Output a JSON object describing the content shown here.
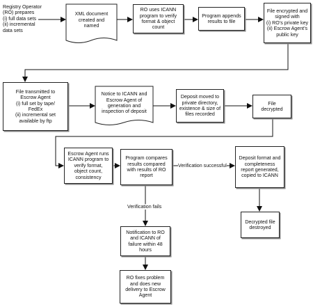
{
  "nodes": {
    "n1": "Registry Operator\n(RO) prepares\n(i) full data sets\n(ii) incremental\ndata sets",
    "n2": "XML document\ncreated and\nnamed",
    "n3": "RO uses ICANN\nprogram to verify\nformat & object\ncount",
    "n4": "Program appends\nresults to file",
    "n5": "File encrypted and\nsigned with\n(i) RO’s private key\n(ii) Escrow Agent’s\npublic key",
    "n6": "File transmitted to\nEscrow Agent\n(i) full set by tape/\nFedEx\n(ii) incremental set\navailable by ftp",
    "n7": "Notice to ICANN and\nEscrow Agent of\ngeneration and\ninspection of deposit",
    "n8": "Deposit moved to\nprivate directory,\nexistence & size of\nfiles recorded",
    "n9": "File\ndecrypted",
    "n10": "Escrow Agent runs\nICANN program to\nverify format,\nobject count,\nconsistency",
    "n11": "Program compares\nresults compared\nwith results of RO\nreport",
    "n12": "Deposit format and\ncompleteness\nreport generated,\ncopied to ICANN",
    "n13": "Notification to RO\nand ICANN of\nfailure within 48\nhours",
    "n14": "Decrypted file\ndestroyed",
    "n15": "RO fixes problem\nand does new\ndelivery to Escrow\nAgent"
  },
  "edge_labels": {
    "success": "Verification successful",
    "fail": "Verification fails"
  }
}
